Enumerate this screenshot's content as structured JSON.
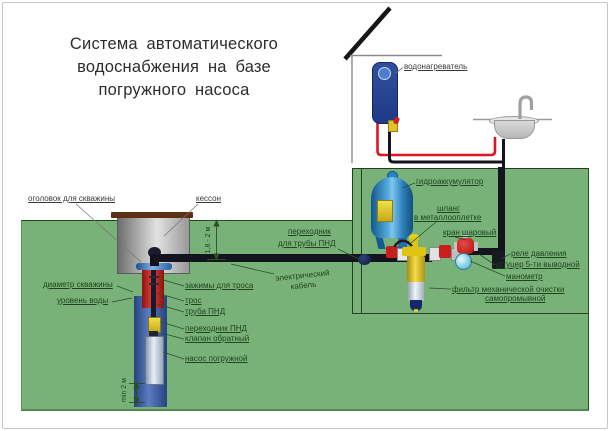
{
  "title": {
    "lines": [
      "Система  автоматического",
      "водоснабжения  на  базе",
      "погружного  насоса"
    ]
  },
  "house": {
    "water_heater": "водонагреватель"
  },
  "basement": {
    "hydroaccumulator": "гидроаккумулятор",
    "hose": [
      "шланг",
      "в металлооплетке"
    ],
    "ball_valve": "кран шаровый",
    "pressure_relay": "реле давления",
    "fitting_5way": "штуцер 5-ти выводной",
    "manometer": "манометр",
    "filter": [
      "фильтр механической очистки",
      "самопромывной"
    ]
  },
  "well": {
    "wellhead": "оголовок для скважины",
    "caisson": "кессон",
    "adapter_pipe": [
      "переходник",
      "для трубы ПНД"
    ],
    "electric_cable": [
      "электрический",
      "кабель"
    ],
    "well_diameter": "диаметр скважины",
    "water_level": "уровень воды",
    "cable_clamps": "зажимы для троса",
    "cable": "трос",
    "hdpe_pipe": "труба ПНД",
    "hdpe_adapter": "переходник ПНД",
    "check_valve": "клапан обратный",
    "submersible_pump": "насос погружной"
  },
  "dimensions": {
    "caisson_depth": "1,8 - 2 м",
    "pump_clearance": "min 2 м"
  },
  "colors": {
    "ground_green": "#79b279",
    "border_green": "#1d431d",
    "pipe_black": "#14141e",
    "hot_water_red": "#dd1522",
    "accumulator_blue": "#2b87c8",
    "heater_blue": "#27418f",
    "casing_red": "#cc2a28",
    "water_blue": "#3f62a5",
    "caisson_gray": "#aaaaaa",
    "fitting_yellow": "#dfc513"
  }
}
